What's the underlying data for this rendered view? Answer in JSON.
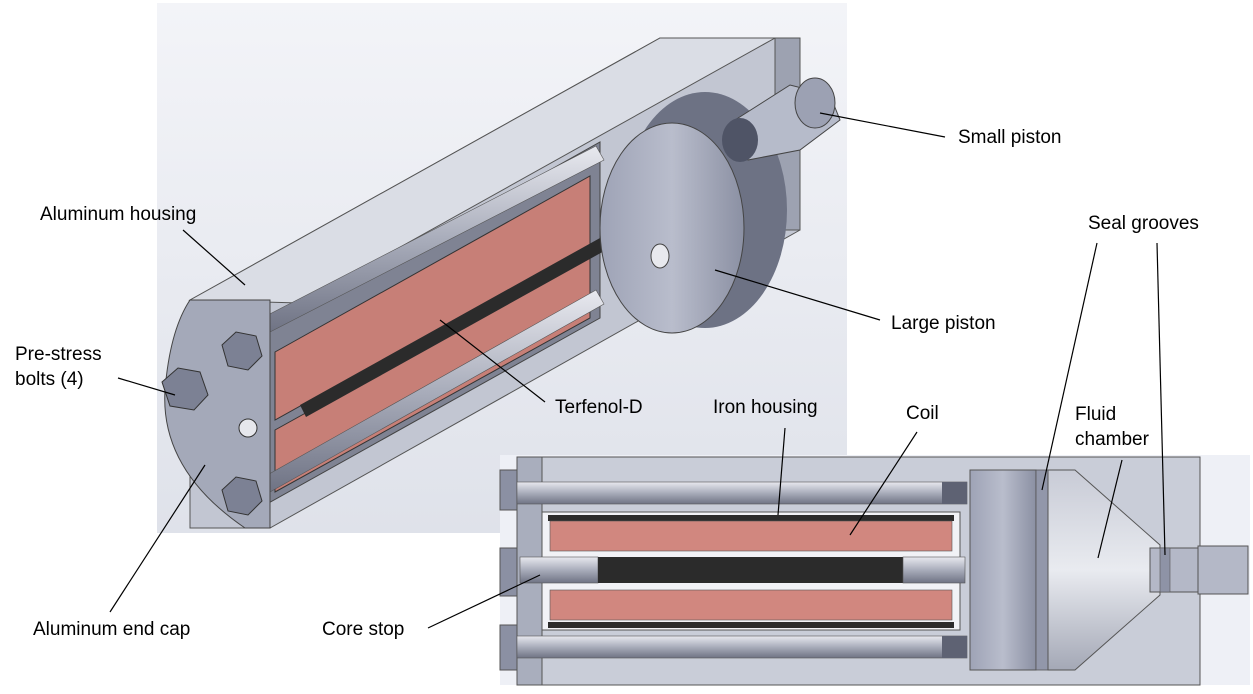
{
  "labels": {
    "small_piston": "Small piston",
    "aluminum_housing": "Aluminum housing",
    "seal_grooves": "Seal grooves",
    "large_piston": "Large piston",
    "pre_stress_bolts_line1": "Pre-stress",
    "pre_stress_bolts_line2": "bolts (4)",
    "terfenol_d": "Terfenol-D",
    "iron_housing": "Iron housing",
    "coil": "Coil",
    "fluid_chamber_line1": "Fluid",
    "fluid_chamber_line2": "chamber",
    "aluminum_end_cap": "Aluminum end cap",
    "core_stop": "Core stop"
  },
  "colors": {
    "aluminum": "#c9cdd8",
    "aluminum_dark": "#8e93a6",
    "coil": "#c77f77",
    "coil_light": "#d79a92",
    "terfenol": "#2b2b2b",
    "background_panel": "#eef0f6",
    "leader_line": "#000000"
  }
}
